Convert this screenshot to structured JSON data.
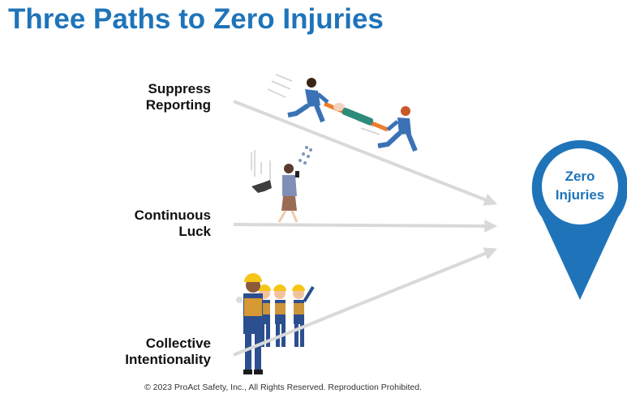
{
  "title": "Three Paths to Zero Injuries",
  "paths": [
    {
      "label_line1": "Suppress",
      "label_line2": "Reporting",
      "illustration": "workers-running-with-stretcher"
    },
    {
      "label_line1": "Continuous",
      "label_line2": "Luck",
      "illustration": "woman-on-phone-anvil-falling"
    },
    {
      "label_line1": "Collective",
      "label_line2": "Intentionality",
      "illustration": "team-of-safety-workers"
    }
  ],
  "destination": {
    "line1": "Zero",
    "line2": "Injuries",
    "icon": "map-pin-icon"
  },
  "footer": "© 2023 ProAct Safety, Inc., All Rights Reserved.  Reproduction  Prohibited.",
  "colors": {
    "accent": "#1f74b9",
    "arrow": "#d9d9d9",
    "text": "#111111"
  }
}
